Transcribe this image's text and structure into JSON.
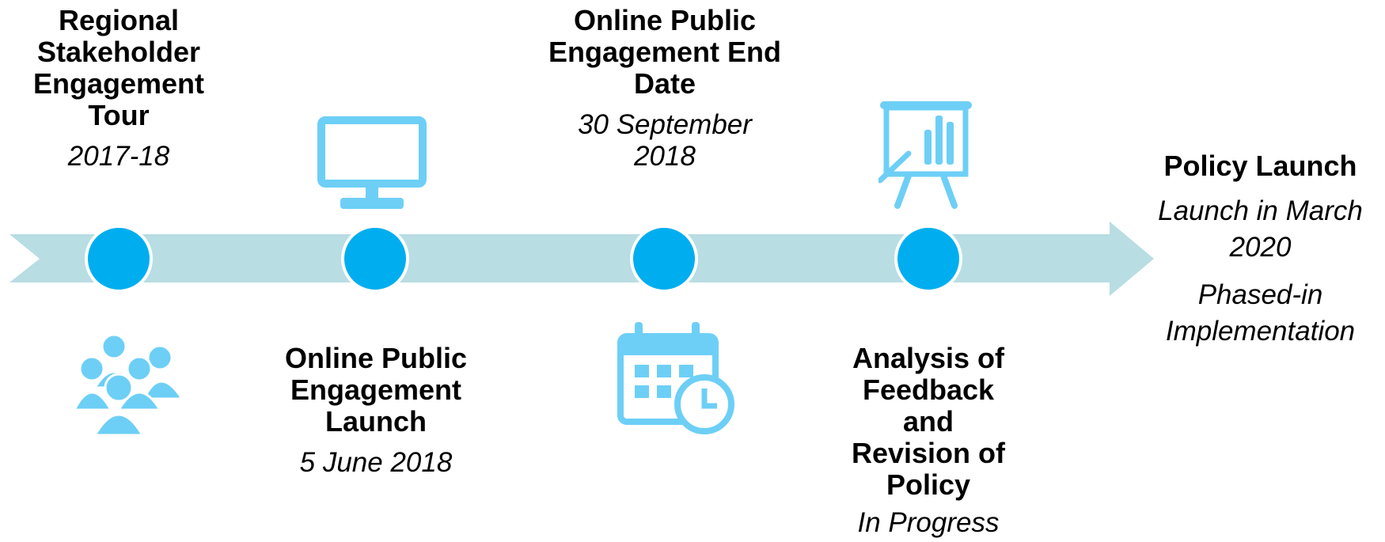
{
  "colors": {
    "arrow": "#b8dde3",
    "node": "#00aeef",
    "node_border": "#ffffff",
    "icon": "#6dcff6",
    "text": "#000000"
  },
  "milestones": [
    {
      "title_lines": [
        "Regional",
        "Stakeholder",
        "Engagement",
        "Tour"
      ],
      "date_lines": [
        "2017-18"
      ],
      "icon": "people-group-icon"
    },
    {
      "title_lines": [
        "Online Public",
        "Engagement",
        "Launch"
      ],
      "date_lines": [
        "5 June 2018"
      ],
      "icon": "monitor-icon"
    },
    {
      "title_lines": [
        "Online Public",
        "Engagement End",
        "Date"
      ],
      "date_lines": [
        "30 September",
        "2018"
      ],
      "icon": "calendar-clock-icon"
    },
    {
      "title_lines": [
        "Analysis of",
        "Feedback",
        "and",
        "Revision of",
        "Policy"
      ],
      "date_lines": [
        "In Progress"
      ],
      "icon": "presentation-chart-icon"
    },
    {
      "title_lines": [
        "Policy Launch"
      ],
      "date_lines": [
        "Launch in March",
        "2020"
      ],
      "extra_lines": [
        "Phased-in",
        "Implementation"
      ]
    }
  ]
}
